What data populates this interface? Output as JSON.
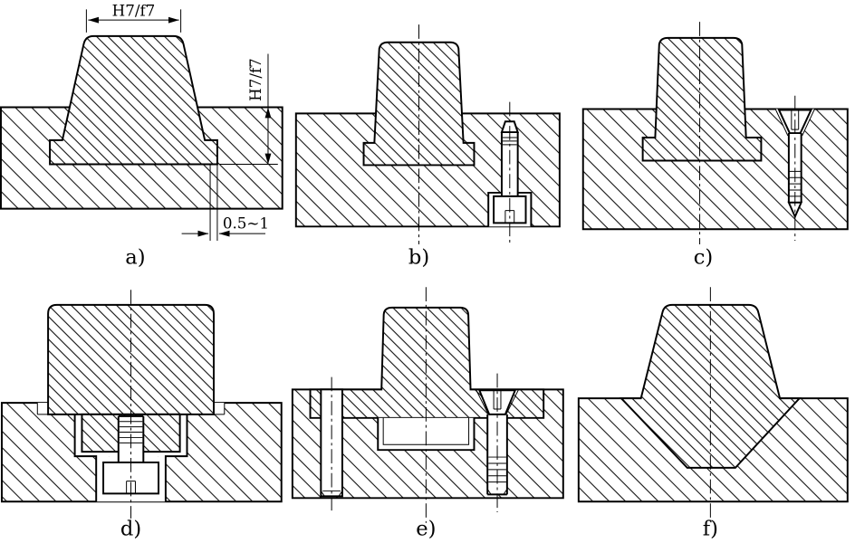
{
  "colors": {
    "line": "#000000",
    "background": "#ffffff"
  },
  "figure": {
    "panels": [
      {
        "id": "a",
        "label": "a)"
      },
      {
        "id": "b",
        "label": "b)"
      },
      {
        "id": "c",
        "label": "c)"
      },
      {
        "id": "d",
        "label": "d)"
      },
      {
        "id": "e",
        "label": "e)"
      },
      {
        "id": "f",
        "label": "f)"
      }
    ],
    "annotations": {
      "top_fit": "H7/f7",
      "side_fit": "H7/f7",
      "shoulder_gap": "0.5~1"
    }
  }
}
